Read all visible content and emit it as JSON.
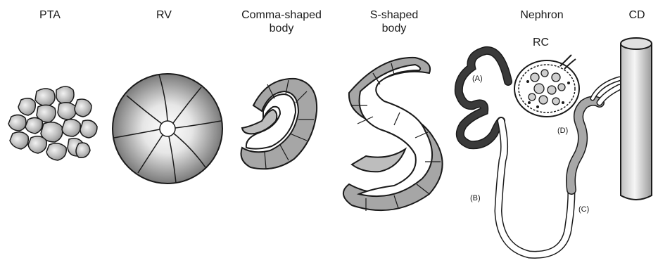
{
  "stages": {
    "pta": "PTA",
    "rv": "RV",
    "comma_line1": "Comma-shaped",
    "comma_line2": "body",
    "s_line1": "S-shaped",
    "s_line2": "body",
    "nephron": "Nephron",
    "cd": "CD"
  },
  "nephron_parts": {
    "rc": "RC",
    "a": "(A)",
    "b": "(B)",
    "c": "(C)",
    "d": "(D)"
  },
  "colors": {
    "outline": "#1a1a1a",
    "cell_light": "#d4d4d4",
    "cell_mid": "#9c9c9c",
    "segment_a": "#3a3a3a",
    "segment_c": "#a8a8a8"
  }
}
